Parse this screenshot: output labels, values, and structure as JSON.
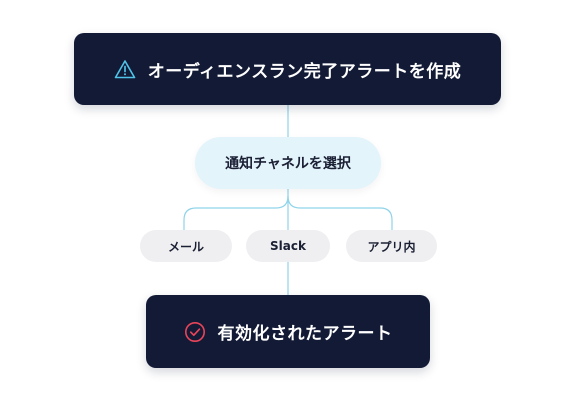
{
  "top_node": {
    "label": "オーディエンスラン完了アラートを作成",
    "icon": "warning-triangle-icon"
  },
  "channel_node": {
    "label": "通知チャネルを選択"
  },
  "options": [
    {
      "label": "メール"
    },
    {
      "label": "Slack"
    },
    {
      "label": "アプリ内"
    }
  ],
  "bottom_node": {
    "label": "有効化されたアラート",
    "icon": "check-circle-icon"
  },
  "colors": {
    "dark_box": "#121a35",
    "connector": "#8fd3ea",
    "warning_icon": "#4fc3e8",
    "check_icon": "#e8445a",
    "channel_pill": "#e3f4fb",
    "option_pill": "#efeff1"
  }
}
